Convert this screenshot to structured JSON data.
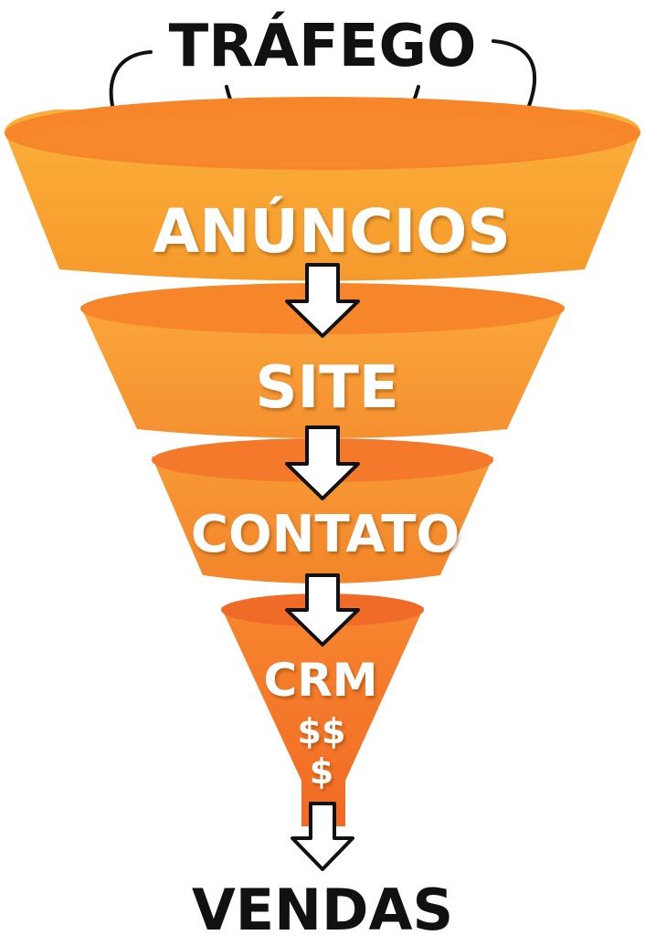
{
  "top_label": "TRÁFEGO",
  "bottom_label": "VENDAS",
  "stages": [
    {
      "label": "ANÚNCIOS"
    },
    {
      "label": "SITE"
    },
    {
      "label": "CONTATO"
    },
    {
      "label": "CRM",
      "extra": [
        "$$",
        "$"
      ]
    }
  ],
  "colors": {
    "body_light": "#fbb03b",
    "body_dark": "#f5861f",
    "rim_top": "#f7852a",
    "bottom_tip": "#f26a24",
    "text_main": "#111111",
    "text_stage": "#ffffff"
  }
}
